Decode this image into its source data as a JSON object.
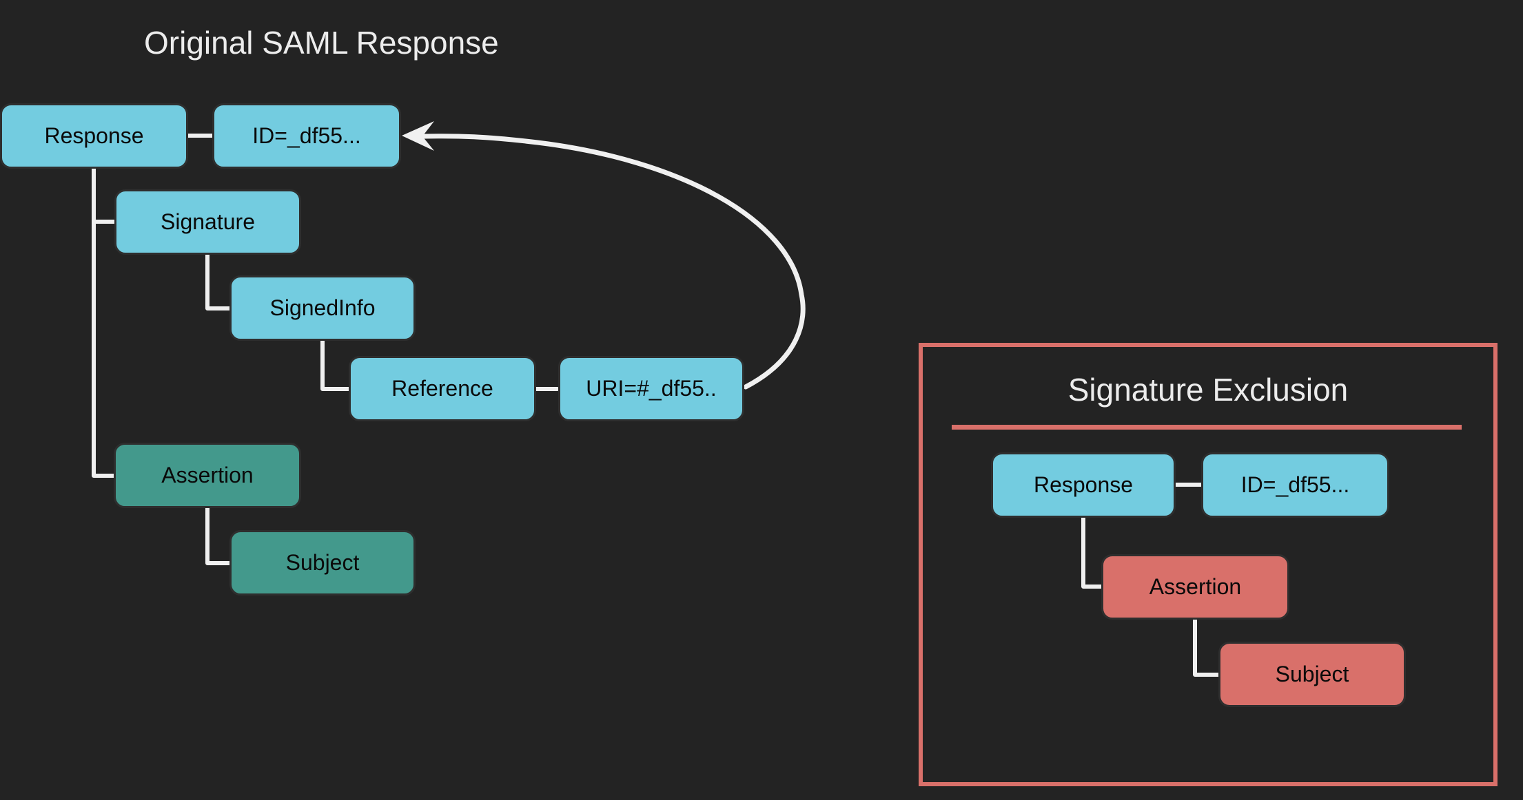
{
  "colors": {
    "background": "#232323",
    "node_cyan": "#73cce0",
    "node_teal": "#43998c",
    "node_red": "#d9706a",
    "panel_border": "#d9706a",
    "connector": "#f0f0f0",
    "title_text": "#ececec",
    "node_text": "#0a0a0a"
  },
  "left_tree": {
    "title": "Original SAML Response",
    "nodes": {
      "response": {
        "label": "Response"
      },
      "id_attr": {
        "label": "ID=_df55..."
      },
      "signature": {
        "label": "Signature"
      },
      "signed_info": {
        "label": "SignedInfo"
      },
      "reference": {
        "label": "Reference"
      },
      "uri_attr": {
        "label": "URI=#_df55.."
      },
      "assertion": {
        "label": "Assertion"
      },
      "subject": {
        "label": "Subject"
      }
    },
    "arrow": {
      "meaning": "URI reference points back to signed element ID"
    }
  },
  "exclusion_panel": {
    "title": "Signature Exclusion",
    "nodes": {
      "response": {
        "label": "Response"
      },
      "id_attr": {
        "label": "ID=_df55..."
      },
      "assertion": {
        "label": "Assertion"
      },
      "subject": {
        "label": "Subject"
      }
    }
  }
}
